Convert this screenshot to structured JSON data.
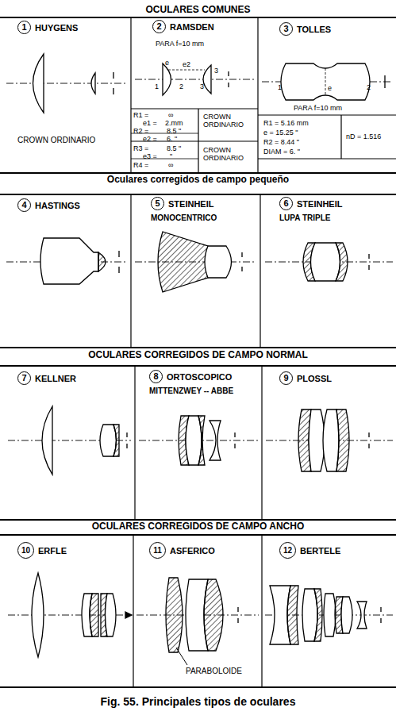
{
  "diagram": {
    "caption": "Fig. 55. Principales tipos de oculares",
    "nodes": [
      {
        "text": [
          "OCULARES COMUNES"
        ]
      },
      {
        "text": [
          "1",
          "HUYGENS"
        ],
        "in": 0
      },
      {
        "text": [
          "2",
          "RAMSDEN"
        ],
        "in": 0
      },
      {
        "text": [
          "3",
          "TOLLES"
        ],
        "in": 0
      },
      {
        "text": [
          "Oculares corregidos de campo pequeño"
        ]
      },
      {
        "text": [
          "4",
          "HASTINGS"
        ],
        "in": 4
      },
      {
        "text": [
          "5",
          "STEINHEIL",
          "MONOCENTRICO"
        ],
        "in": 4
      },
      {
        "text": [
          "6",
          "STEINHEIL",
          "LUPA TRIPLE"
        ],
        "in": 4
      },
      {
        "text": [
          "OCULARES CORREGIDOS DE CAMPO NORMAL"
        ]
      },
      {
        "text": [
          "7",
          "KELLNER"
        ],
        "in": 8
      },
      {
        "text": [
          "8",
          "ORTOSCOPICO",
          "MITTENZWEY -- ABBE"
        ],
        "in": 8
      },
      {
        "text": [
          "9",
          "PLOSSL"
        ],
        "in": 8
      },
      {
        "text": [
          "OCULARES CORREGIDOS DE CAMPO ANCHO"
        ]
      },
      {
        "text": [
          "10",
          "ERFLE"
        ],
        "in": 12
      },
      {
        "text": [
          "11",
          "ASFERICO"
        ],
        "in": 12
      },
      {
        "text": [
          "12",
          "BERTELE"
        ],
        "in": 12
      }
    ],
    "labels": [
      "CROWN ORDINARIO",
      "PARA f=10 mm",
      "e",
      "1",
      "2",
      "e2",
      "3",
      "3",
      "R1 =",
      "e1 =",
      "R2 =",
      "e2 =",
      "R3 =",
      "e3 =",
      "R4 =",
      "∞",
      "2.mm",
      "8.5 \"",
      "6. \"",
      "8.5 \"",
      "\"",
      "∞",
      "CROWN ORDINARIO",
      "CROWN ORDINARIO",
      "1",
      "e",
      "2",
      "PARA f=10 mm",
      "R1 = 5.16 mm",
      "e = 15.25 \"",
      "R2 = 8.44 \"",
      "DIAM = 6. \"",
      "nD = 1.516",
      "PARABOLOIDE"
    ]
  }
}
